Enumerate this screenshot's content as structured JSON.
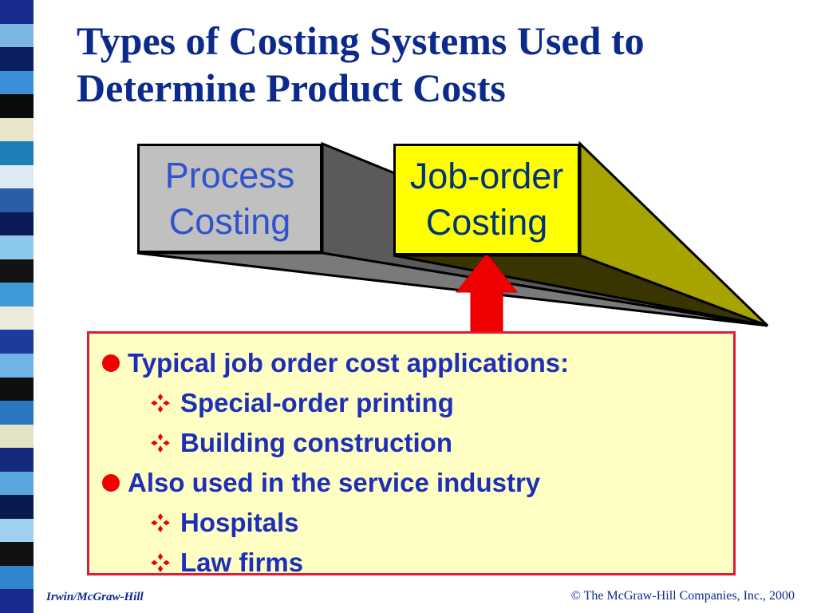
{
  "title": {
    "line1": "Types of Costing Systems Used to",
    "line2": "Determine Product Costs"
  },
  "diagram": {
    "process_box": {
      "line1": "Process",
      "line2": "Costing"
    },
    "job_order_box": {
      "line1": "Job-order",
      "line2": "Costing"
    }
  },
  "info_box": {
    "items": [
      {
        "label": "Typical job order cost applications:",
        "subitems": [
          "Special-order printing",
          "Building construction"
        ]
      },
      {
        "label": "Also used in the service industry",
        "subitems": [
          "Hospitals",
          "Law firms"
        ]
      }
    ]
  },
  "footer": {
    "left": "Irwin/McGraw-Hill",
    "right": "© The McGraw-Hill Companies, Inc., 2000"
  },
  "colors": {
    "title_text": "#0c2a8c",
    "process_box_fill": "#c0c0c0",
    "job_box_fill": "#ffff00",
    "info_box_fill": "#ffffc4",
    "info_box_border": "#e21a3a",
    "arrow_fill": "#f00000",
    "bullet_text": "#1d2fb8"
  }
}
